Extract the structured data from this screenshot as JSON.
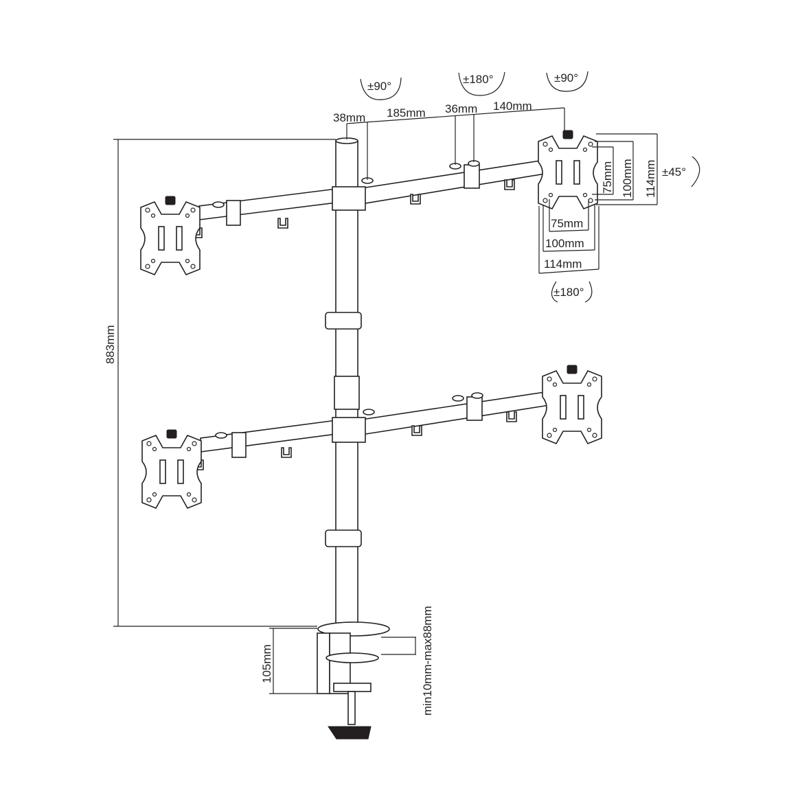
{
  "dimensions": {
    "total_height": "883mm",
    "clamp_height": "105mm",
    "desk_thickness": "min10mm-max88mm",
    "arm_segments": [
      "38mm",
      "185mm",
      "36mm",
      "140mm"
    ],
    "vesa_vertical": [
      "75mm",
      "100mm",
      "114mm"
    ],
    "vesa_horizontal": [
      "75mm",
      "100mm",
      "114mm"
    ]
  },
  "rotations": {
    "arm_joint": "±90°",
    "middle_joint": "±180°",
    "head_swivel": "±90°",
    "tilt": "±45°",
    "rotate": "±180°"
  }
}
